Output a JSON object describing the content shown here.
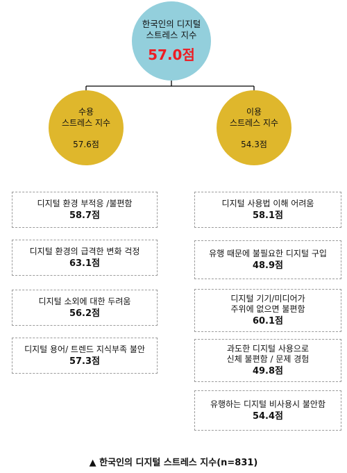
{
  "root": {
    "title_line1": "한국인의 디지털",
    "title_line2": "스트레스 지수",
    "value": "57.0점"
  },
  "acceptance": {
    "title_line1": "수용",
    "title_line2": "스트레스 지수",
    "value": "57.6점",
    "items": [
      {
        "label_lines": [
          "디지털 환경 부적응 /불편함"
        ],
        "value": "58.7점"
      },
      {
        "label_lines": [
          "디지털 환경의 급격한 변화 걱정"
        ],
        "value": "63.1점"
      },
      {
        "label_lines": [
          "디지털 소외에 대한 두려움"
        ],
        "value": "56.2점"
      },
      {
        "label_lines": [
          "디지털 용어/ 트렌드 지식부족 불안"
        ],
        "value": "57.3점"
      }
    ]
  },
  "usage": {
    "title_line1": "이용",
    "title_line2": "스트레스 지수",
    "value": "54.3점",
    "items": [
      {
        "label_lines": [
          "디지털 사용법 이해 어려움"
        ],
        "value": "58.1점"
      },
      {
        "label_lines": [
          "유행 때문에 불필요한 디지털 구입"
        ],
        "value": "48.9점"
      },
      {
        "label_lines": [
          "디지털 기기/미디어가",
          "주위에 없으면 불편함"
        ],
        "value": "60.1점"
      },
      {
        "label_lines": [
          "과도한 디지털 사용으로",
          "신체 불편함 / 문제 경험"
        ],
        "value": "49.8점"
      },
      {
        "label_lines": [
          "유행하는 디지털 비사용시 불안함"
        ],
        "value": "54.4점"
      }
    ]
  },
  "caption": "▲ 한국인의 디지털 스트레스  지수(n=831)",
  "colors": {
    "root_circle": "#93cfdc",
    "sub_circle": "#dfb72c",
    "root_value": "#ee1c23",
    "connector": "#000000",
    "box_border": "#9a9a9a"
  }
}
